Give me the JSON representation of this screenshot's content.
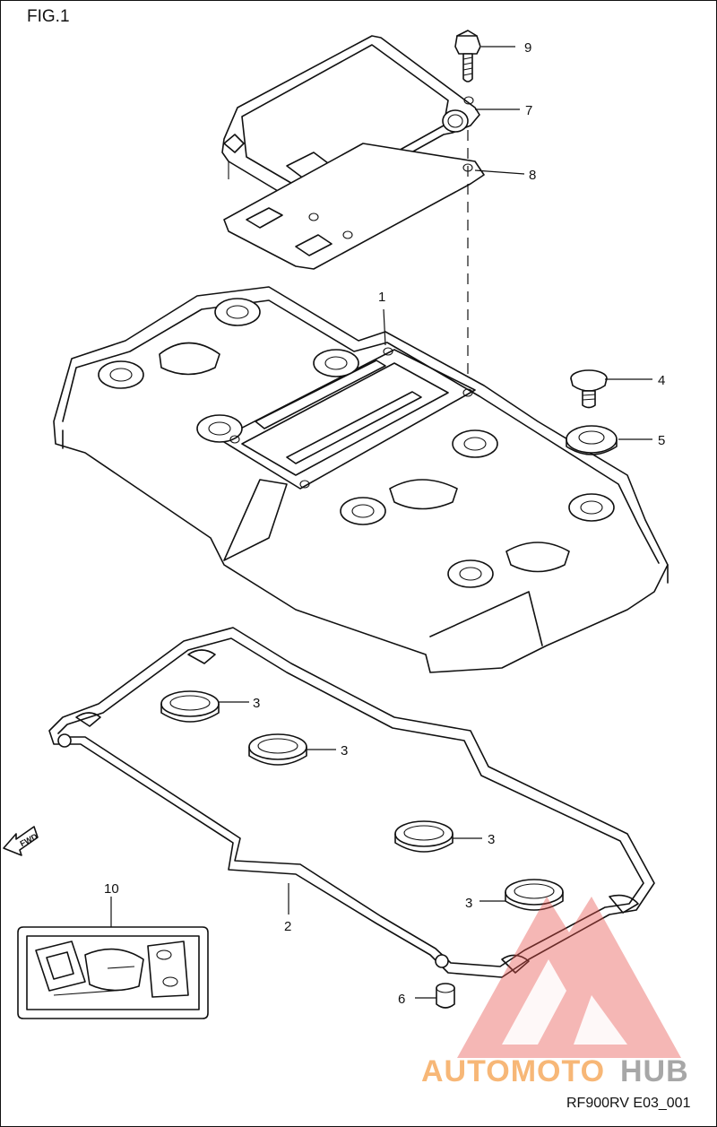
{
  "figure_title": "FIG.1",
  "drawing_code": "RF900RV E03_001",
  "direction_arrow": {
    "label": "FWD"
  },
  "watermark": {
    "part1": "AUTOMOTO",
    "part2": "HUB",
    "color_orange": "#f5a04a",
    "color_gray": "#8a8a8a",
    "color_red": "#e8504a"
  },
  "callouts": {
    "c1": "1",
    "c2": "2",
    "c3a": "3",
    "c3b": "3",
    "c3c": "3",
    "c3d": "3",
    "c4": "4",
    "c5": "5",
    "c6": "6",
    "c7": "7",
    "c8": "8",
    "c9": "9",
    "c10": "10"
  }
}
